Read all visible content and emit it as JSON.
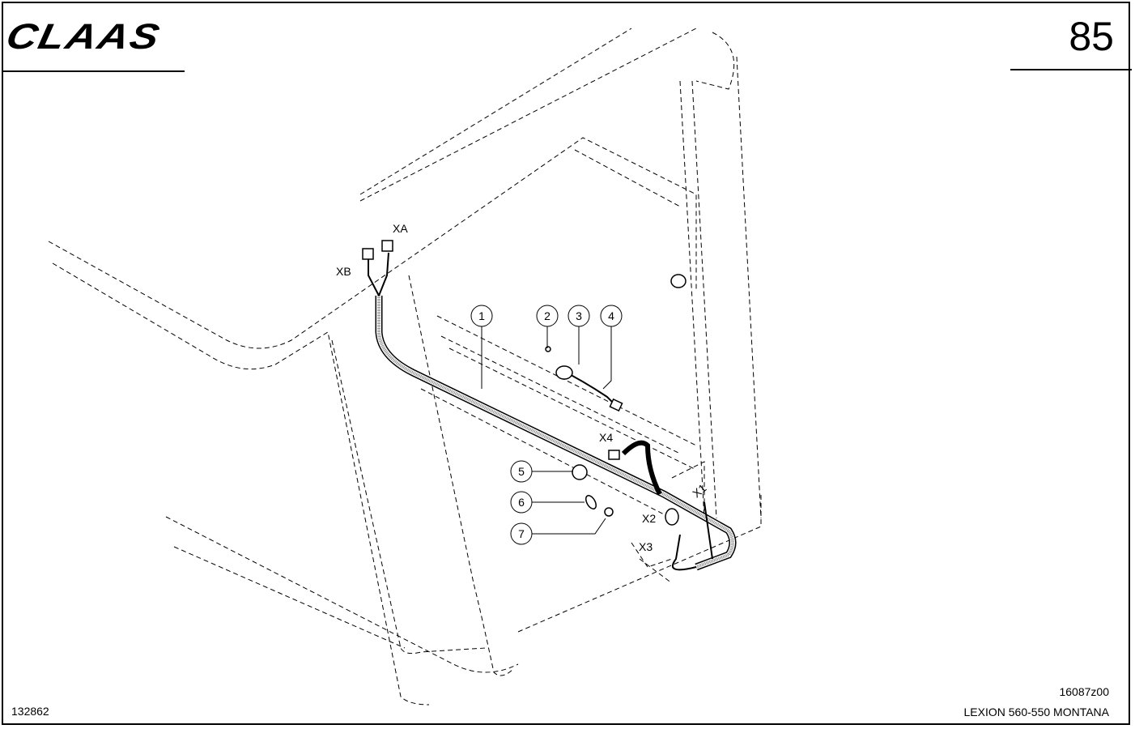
{
  "header": {
    "brand": "CLAAS",
    "page_number": "85"
  },
  "footer": {
    "part_number": "132862",
    "drawing_number": "16087z00",
    "model": "LEXION 560-550 MONTANA"
  },
  "callouts": [
    "1",
    "2",
    "3",
    "4",
    "5",
    "6",
    "7"
  ],
  "connectors": {
    "xa": "XA",
    "xb": "XB",
    "x4": "X4",
    "x1": "X1",
    "x2": "X2",
    "x3": "X3"
  }
}
